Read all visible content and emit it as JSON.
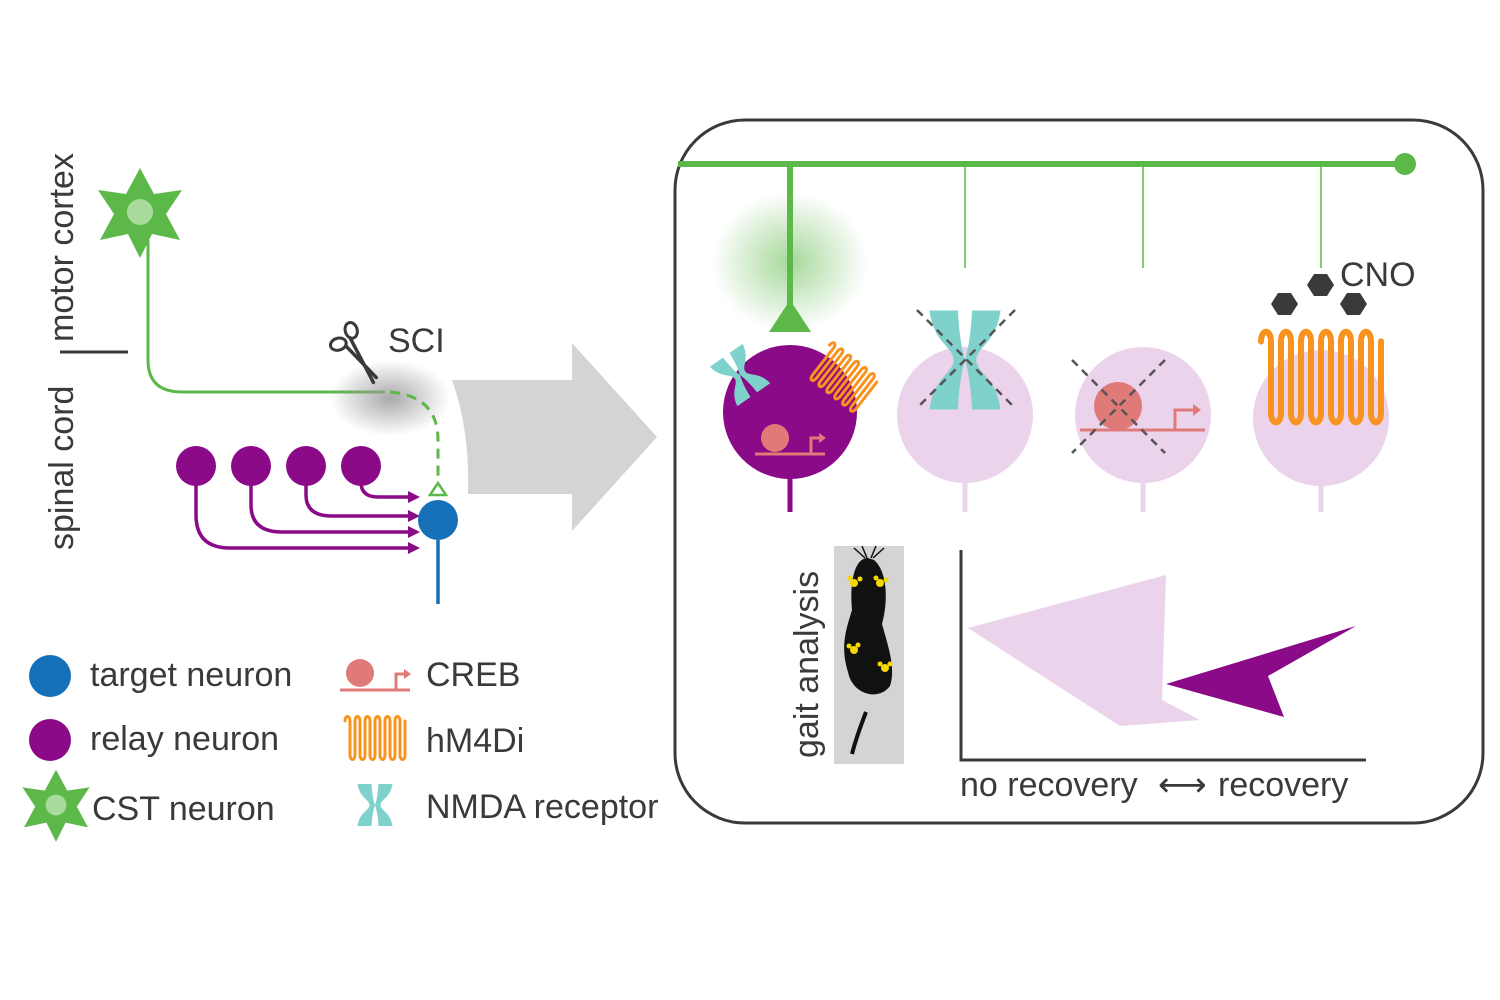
{
  "axis_labels": {
    "motor_cortex": "motor cortex",
    "spinal_cord": "spinal cord"
  },
  "injury_label": "SCI",
  "drug_label": "CNO",
  "gait_label": "gait analysis",
  "recovery_axis": {
    "left": "no recovery",
    "arrow": "⟷",
    "right": "recovery"
  },
  "legend": {
    "target_neuron": "target neuron",
    "relay_neuron": "relay neuron",
    "cst_neuron": "CST neuron",
    "creb": "CREB",
    "hm4di": "hM4Di",
    "nmda": "NMDA receptor"
  },
  "colors": {
    "cst_green": "#5cb848",
    "relay_purple": "#8b0a87",
    "target_blue": "#1670b8",
    "creb_salmon": "#e07a78",
    "hm4di_orange": "#f7931e",
    "nmda_teal": "#7fd1cc",
    "faded_pink": "#ecd3ec",
    "arrow_gray": "#d4d4d4",
    "dark_text": "#3a3a3a"
  }
}
